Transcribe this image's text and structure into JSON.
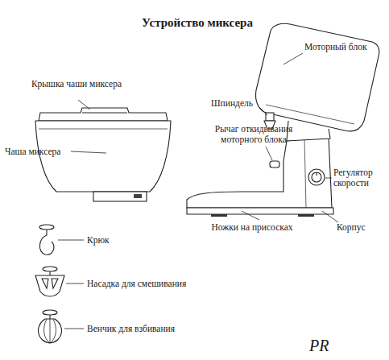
{
  "diagram": {
    "title": "Устройство миксера",
    "labels": [
      "Моторный блок",
      "Крышка чаши миксера",
      "Шпиндель",
      "Рычаг откидывания моторного блока",
      "Чаша миксера",
      "Регулятор скорости",
      "Ножки на присосках",
      "Корпус",
      "Крюк",
      "Насадка для смешивания",
      "Венчик для взбивания",
      "PR"
    ]
  }
}
